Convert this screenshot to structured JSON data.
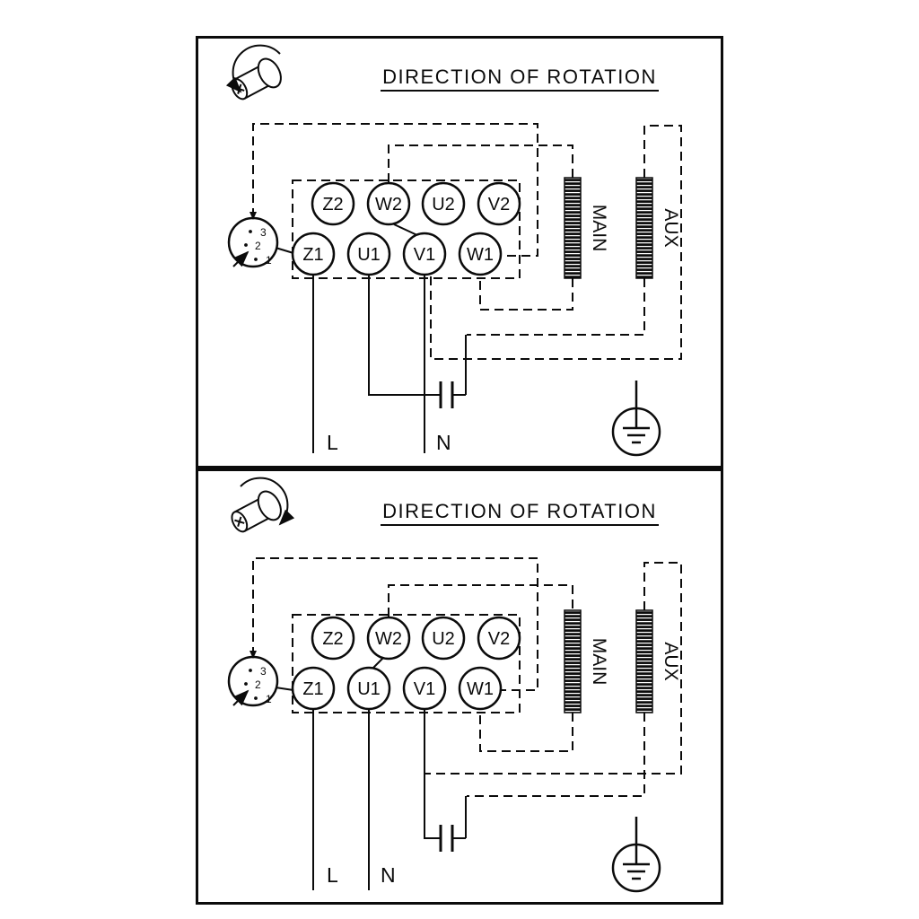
{
  "background": "#ffffff",
  "line_color": "#0b0b0b",
  "panels": [
    {
      "title": "DIRECTION OF ROTATION",
      "terminals_top": [
        "Z2",
        "W2",
        "U2",
        "V2"
      ],
      "terminals_bottom": [
        "Z1",
        "U1",
        "V1",
        "W1"
      ],
      "windings": {
        "main": "MAIN",
        "aux": "AUX"
      },
      "supply": {
        "line": "L",
        "neutral": "N"
      },
      "selector_positions": [
        "3",
        "2",
        "1"
      ]
    },
    {
      "title": "DIRECTION OF ROTATION",
      "terminals_top": [
        "Z2",
        "W2",
        "U2",
        "V2"
      ],
      "terminals_bottom": [
        "Z1",
        "U1",
        "V1",
        "W1"
      ],
      "windings": {
        "main": "MAIN",
        "aux": "AUX"
      },
      "supply": {
        "line": "L",
        "neutral": "N"
      },
      "selector_positions": [
        "3",
        "2",
        "1"
      ]
    }
  ]
}
